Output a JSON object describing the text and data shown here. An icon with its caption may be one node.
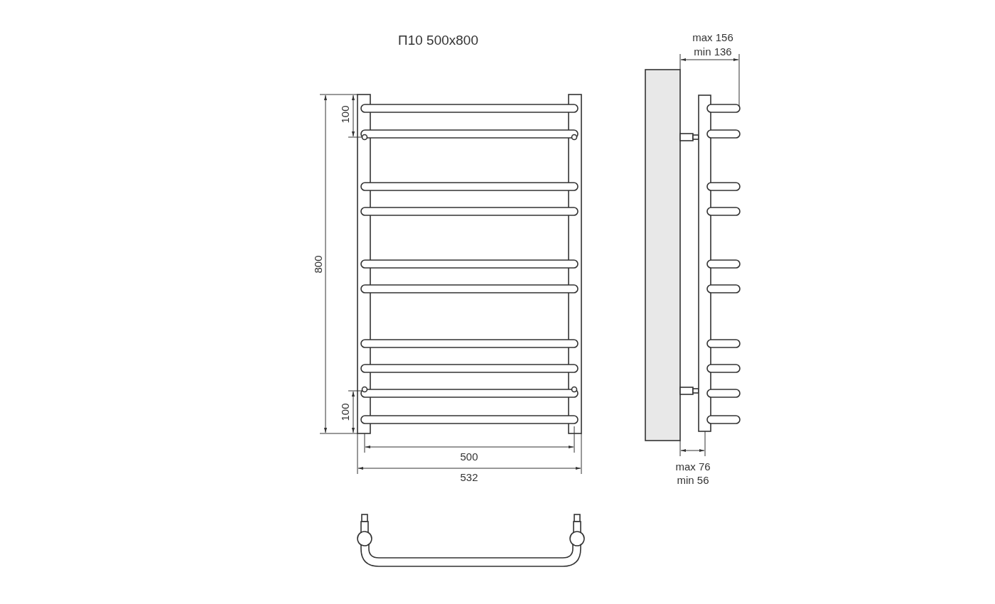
{
  "diagram": {
    "title": "П10 500x800",
    "labels": [
      "100",
      "800",
      "100",
      "500",
      "532",
      "max 156",
      "min 136",
      "max 76",
      "min 56"
    ]
  }
}
